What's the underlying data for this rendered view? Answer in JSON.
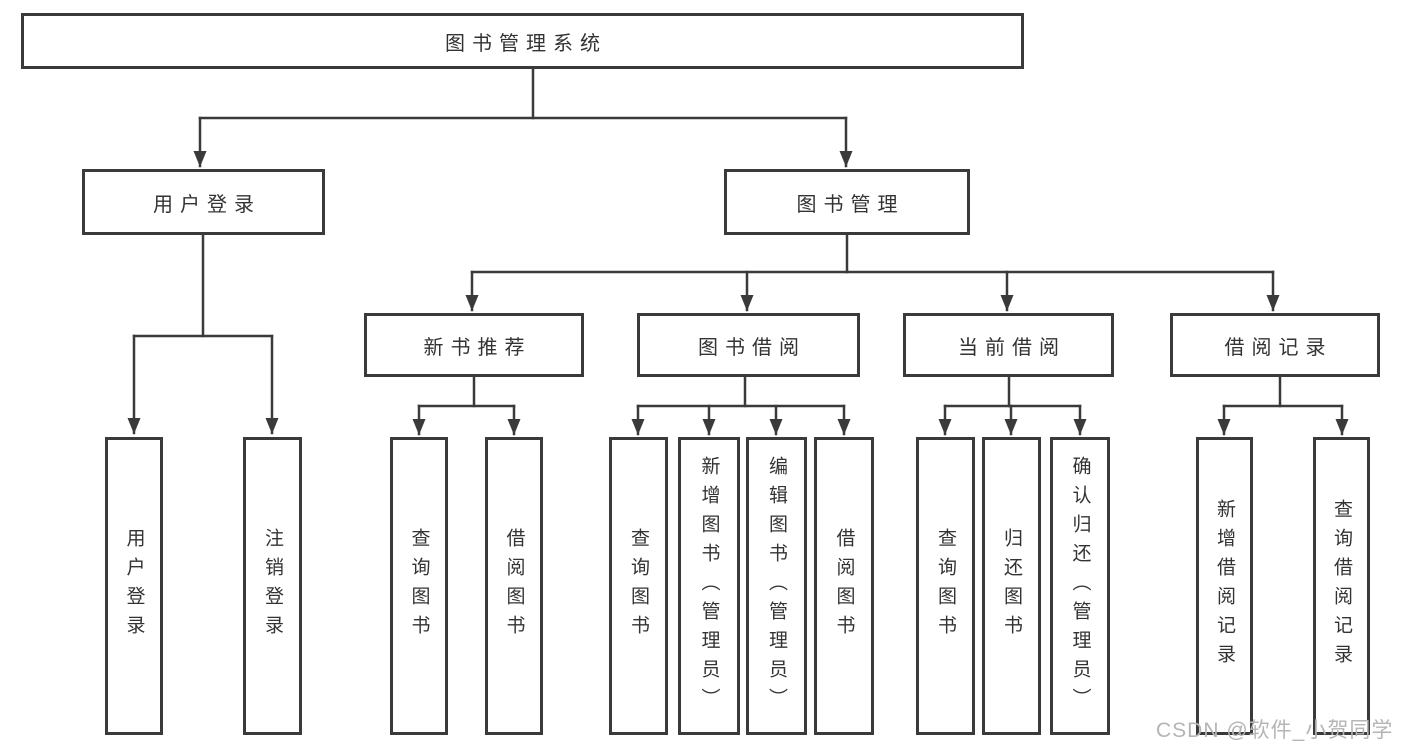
{
  "diagram": {
    "title": "图书管理系统",
    "root": {
      "label": "图书管理系统"
    },
    "branches": [
      {
        "label": "用户登录",
        "children": [
          {
            "label": "用户登录"
          },
          {
            "label": "注销登录"
          }
        ]
      },
      {
        "label": "图书管理",
        "groups": [
          {
            "label": "新书推荐",
            "children": [
              {
                "label": "查询图书"
              },
              {
                "label": "借阅图书"
              }
            ]
          },
          {
            "label": "图书借阅",
            "children": [
              {
                "label": "查询图书"
              },
              {
                "label": "新增图书（管理员）"
              },
              {
                "label": "编辑图书（管理员）"
              },
              {
                "label": "借阅图书"
              }
            ]
          },
          {
            "label": "当前借阅",
            "children": [
              {
                "label": "查询图书"
              },
              {
                "label": "归还图书"
              },
              {
                "label": "确认归还（管理员）"
              }
            ]
          },
          {
            "label": "借阅记录",
            "children": [
              {
                "label": "新增借阅记录"
              },
              {
                "label": "查询借阅记录"
              }
            ]
          }
        ]
      }
    ]
  },
  "watermark": {
    "text": "CSDN @软件_小贺同学"
  },
  "colors": {
    "line": "#3a3a3a",
    "box_border": "#3a3a3a",
    "text": "#333333",
    "watermark": "#b5b5b5",
    "background": "#ffffff"
  }
}
